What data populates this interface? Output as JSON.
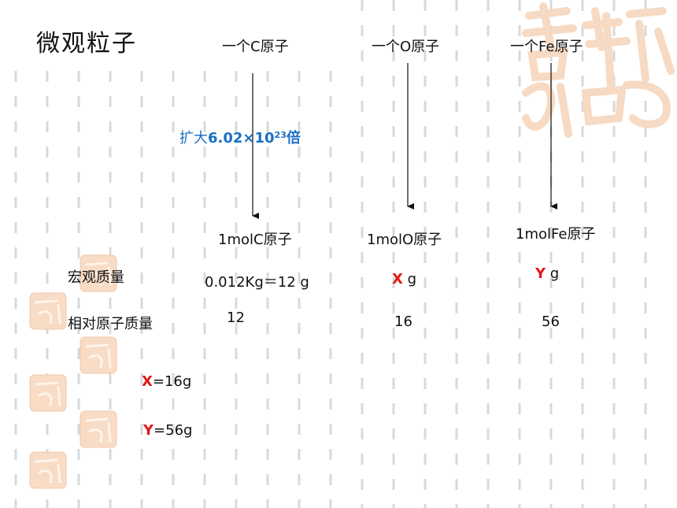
{
  "title": "微观粒子",
  "colors": {
    "accent_red": "#e01818",
    "accent_blue": "#1a6fc4",
    "watermark": "#f6d9c0",
    "dash": "#d9d9d9"
  },
  "atoms": [
    {
      "label": "一个C原子",
      "mol": "1molC原子",
      "mass_prefix": "",
      "mass_value": "0.012Kg＝12 g",
      "relative_mass": "12"
    },
    {
      "label": "一个O原子",
      "mol": "1molO原子",
      "mass_prefix": "X",
      "mass_value": " g",
      "relative_mass": "16"
    },
    {
      "label": "一个Fe原子",
      "mol": "1molFe原子",
      "mass_prefix": "Y",
      "mass_value": " g",
      "relative_mass": "56"
    }
  ],
  "scale": {
    "prefix": "扩大",
    "base": "6.02×10",
    "exponent": "23",
    "suffix": "倍"
  },
  "row_labels": {
    "macro_mass": "宏观质量",
    "relative_atomic_mass": "相对原子质量"
  },
  "answers": [
    {
      "var": "X",
      "value": "=16g"
    },
    {
      "var": "Y",
      "value": "=56g"
    }
  ],
  "watermark_icons": [
    "auspicious-seal-icon"
  ]
}
